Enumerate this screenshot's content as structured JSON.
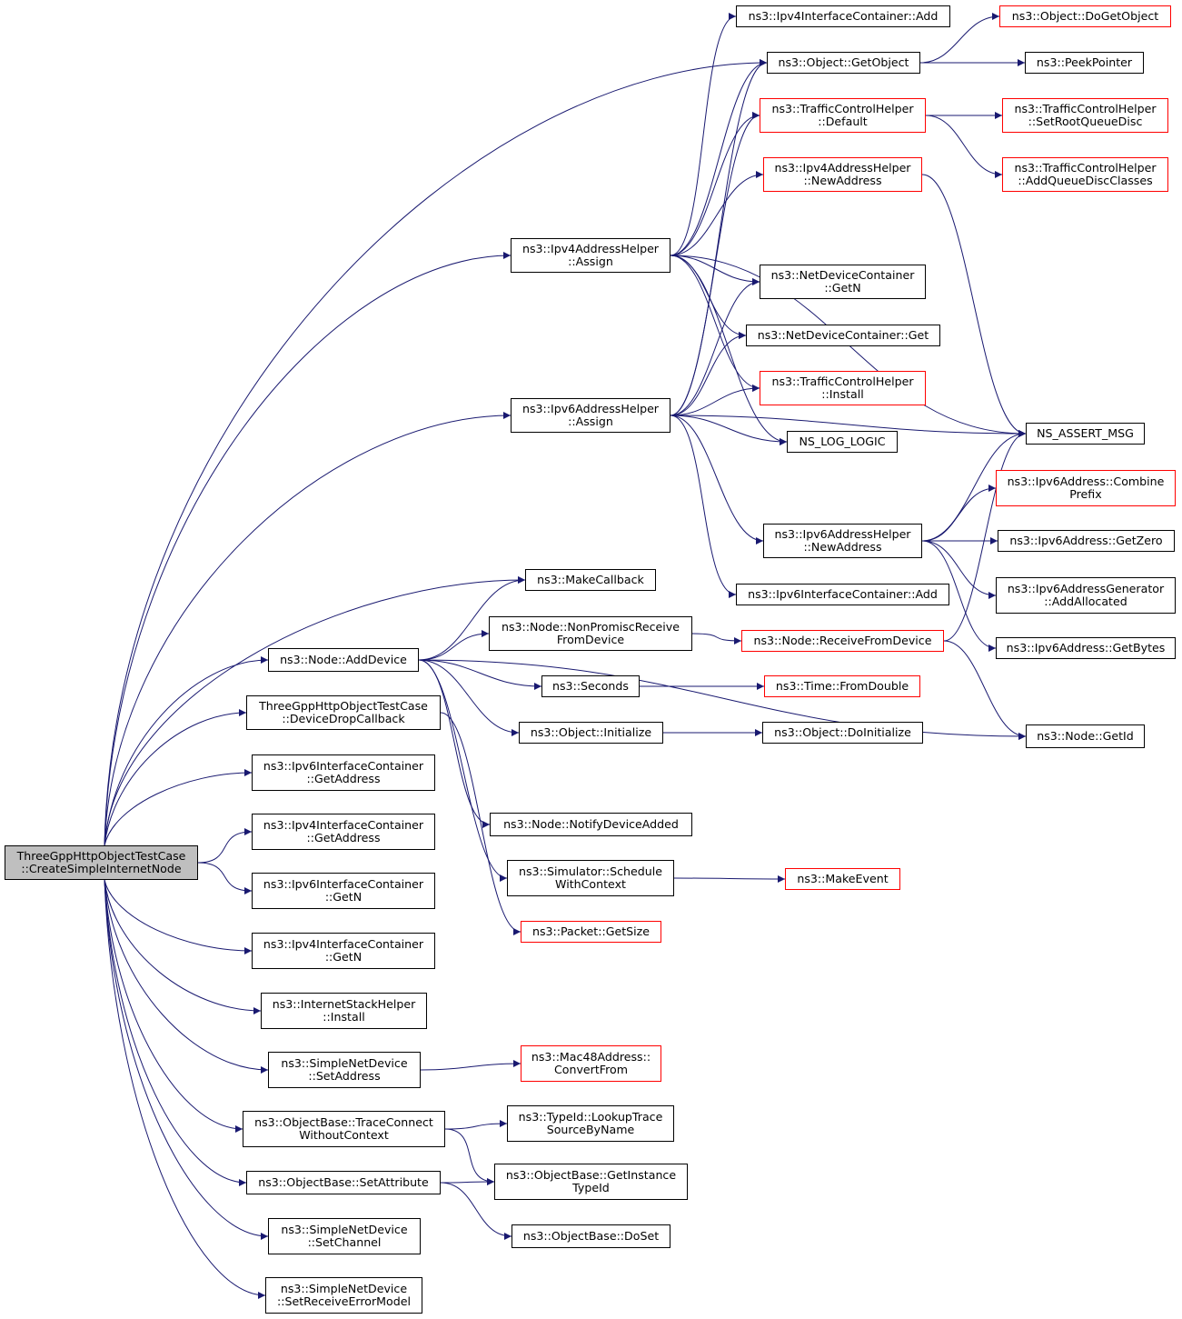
{
  "colors": {
    "edge": "#191970",
    "normal_border": "#000000",
    "truncated_border": "#ff0000",
    "root_fill": "#bfbfbf"
  },
  "nodes": [
    {
      "id": "root",
      "lines": [
        "ThreeGppHttpObjectTestCase",
        "::CreateSimpleInternetNode"
      ],
      "style": "root"
    },
    {
      "id": "v4ic_add",
      "lines": [
        "ns3::Ipv4InterfaceContainer::Add"
      ],
      "style": "normal"
    },
    {
      "id": "obj_dogetobject",
      "lines": [
        "ns3::Object::DoGetObject"
      ],
      "style": "truncated"
    },
    {
      "id": "obj_getobject",
      "lines": [
        "ns3::Object::GetObject"
      ],
      "style": "normal"
    },
    {
      "id": "peekpointer",
      "lines": [
        "ns3::PeekPointer"
      ],
      "style": "normal"
    },
    {
      "id": "tch_default",
      "lines": [
        "ns3::TrafficControlHelper",
        "::Default"
      ],
      "style": "truncated"
    },
    {
      "id": "tch_setroot",
      "lines": [
        "ns3::TrafficControlHelper",
        "::SetRootQueueDisc"
      ],
      "style": "truncated"
    },
    {
      "id": "v4ah_newaddress",
      "lines": [
        "ns3::Ipv4AddressHelper",
        "::NewAddress"
      ],
      "style": "truncated"
    },
    {
      "id": "tch_addqdc",
      "lines": [
        "ns3::TrafficControlHelper",
        "::AddQueueDiscClasses"
      ],
      "style": "truncated"
    },
    {
      "id": "v4ah_assign",
      "lines": [
        "ns3::Ipv4AddressHelper",
        "::Assign"
      ],
      "style": "normal"
    },
    {
      "id": "ndc_getn",
      "lines": [
        "ns3::NetDeviceContainer",
        "::GetN"
      ],
      "style": "normal"
    },
    {
      "id": "ndc_get",
      "lines": [
        "ns3::NetDeviceContainer::Get"
      ],
      "style": "normal"
    },
    {
      "id": "tch_install",
      "lines": [
        "ns3::TrafficControlHelper",
        "::Install"
      ],
      "style": "truncated"
    },
    {
      "id": "v6ah_assign",
      "lines": [
        "ns3::Ipv6AddressHelper",
        "::Assign"
      ],
      "style": "normal"
    },
    {
      "id": "ns_log_logic",
      "lines": [
        "NS_LOG_LOGIC"
      ],
      "style": "normal"
    },
    {
      "id": "ns_assert_msg",
      "lines": [
        "NS_ASSERT_MSG"
      ],
      "style": "normal"
    },
    {
      "id": "v6a_combine",
      "lines": [
        "ns3::Ipv6Address::Combine",
        "Prefix"
      ],
      "style": "truncated"
    },
    {
      "id": "v6ah_newaddress",
      "lines": [
        "ns3::Ipv6AddressHelper",
        "::NewAddress"
      ],
      "style": "normal"
    },
    {
      "id": "v6a_getzero",
      "lines": [
        "ns3::Ipv6Address::GetZero"
      ],
      "style": "normal"
    },
    {
      "id": "makecallback",
      "lines": [
        "ns3::MakeCallback"
      ],
      "style": "normal"
    },
    {
      "id": "v6ic_add",
      "lines": [
        "ns3::Ipv6InterfaceContainer::Add"
      ],
      "style": "normal"
    },
    {
      "id": "v6ag_addallocated",
      "lines": [
        "ns3::Ipv6AddressGenerator",
        "::AddAllocated"
      ],
      "style": "normal"
    },
    {
      "id": "node_nonpromisc",
      "lines": [
        "ns3::Node::NonPromiscReceive",
        "FromDevice"
      ],
      "style": "normal"
    },
    {
      "id": "node_receive",
      "lines": [
        "ns3::Node::ReceiveFromDevice"
      ],
      "style": "truncated"
    },
    {
      "id": "v6a_getbytes",
      "lines": [
        "ns3::Ipv6Address::GetBytes"
      ],
      "style": "normal"
    },
    {
      "id": "node_adddevice",
      "lines": [
        "ns3::Node::AddDevice"
      ],
      "style": "normal"
    },
    {
      "id": "seconds",
      "lines": [
        "ns3::Seconds"
      ],
      "style": "normal"
    },
    {
      "id": "time_fromdouble",
      "lines": [
        "ns3::Time::FromDouble"
      ],
      "style": "truncated"
    },
    {
      "id": "devicedrop",
      "lines": [
        "ThreeGppHttpObjectTestCase",
        "::DeviceDropCallback"
      ],
      "style": "normal"
    },
    {
      "id": "obj_initialize",
      "lines": [
        "ns3::Object::Initialize"
      ],
      "style": "normal"
    },
    {
      "id": "obj_doinitialize",
      "lines": [
        "ns3::Object::DoInitialize"
      ],
      "style": "normal"
    },
    {
      "id": "node_getid",
      "lines": [
        "ns3::Node::GetId"
      ],
      "style": "normal"
    },
    {
      "id": "v6ic_getaddress",
      "lines": [
        "ns3::Ipv6InterfaceContainer",
        "::GetAddress"
      ],
      "style": "normal"
    },
    {
      "id": "node_notify",
      "lines": [
        "ns3::Node::NotifyDeviceAdded"
      ],
      "style": "normal"
    },
    {
      "id": "v4ic_getaddress",
      "lines": [
        "ns3::Ipv4InterfaceContainer",
        "::GetAddress"
      ],
      "style": "normal"
    },
    {
      "id": "sim_schedule",
      "lines": [
        "ns3::Simulator::Schedule",
        "WithContext"
      ],
      "style": "normal"
    },
    {
      "id": "makeevent",
      "lines": [
        "ns3::MakeEvent"
      ],
      "style": "truncated"
    },
    {
      "id": "v6ic_getn",
      "lines": [
        "ns3::Ipv6InterfaceContainer",
        "::GetN"
      ],
      "style": "normal"
    },
    {
      "id": "packet_getsize",
      "lines": [
        "ns3::Packet::GetSize"
      ],
      "style": "truncated"
    },
    {
      "id": "v4ic_getn",
      "lines": [
        "ns3::Ipv4InterfaceContainer",
        "::GetN"
      ],
      "style": "normal"
    },
    {
      "id": "ish_install",
      "lines": [
        "ns3::InternetStackHelper",
        "::Install"
      ],
      "style": "normal"
    },
    {
      "id": "snd_setaddress",
      "lines": [
        "ns3::SimpleNetDevice",
        "::SetAddress"
      ],
      "style": "normal"
    },
    {
      "id": "mac48_convertfrom",
      "lines": [
        "ns3::Mac48Address::",
        "ConvertFrom"
      ],
      "style": "truncated"
    },
    {
      "id": "ob_traceconnect",
      "lines": [
        "ns3::ObjectBase::TraceConnect",
        "WithoutContext"
      ],
      "style": "normal"
    },
    {
      "id": "typeid_lookup",
      "lines": [
        "ns3::TypeId::LookupTrace",
        "SourceByName"
      ],
      "style": "normal"
    },
    {
      "id": "ob_setattribute",
      "lines": [
        "ns3::ObjectBase::SetAttribute"
      ],
      "style": "normal"
    },
    {
      "id": "ob_getinstancetypeid",
      "lines": [
        "ns3::ObjectBase::GetInstance",
        "TypeId"
      ],
      "style": "normal"
    },
    {
      "id": "snd_setchannel",
      "lines": [
        "ns3::SimpleNetDevice",
        "::SetChannel"
      ],
      "style": "normal"
    },
    {
      "id": "ob_doset",
      "lines": [
        "ns3::ObjectBase::DoSet"
      ],
      "style": "normal"
    },
    {
      "id": "snd_seterrormodel",
      "lines": [
        "ns3::SimpleNetDevice",
        "::SetReceiveErrorModel"
      ],
      "style": "normal"
    }
  ],
  "edges": [
    [
      "root",
      "obj_getobject"
    ],
    [
      "root",
      "v4ah_assign"
    ],
    [
      "root",
      "v6ah_assign"
    ],
    [
      "root",
      "makecallback"
    ],
    [
      "root",
      "node_adddevice"
    ],
    [
      "root",
      "devicedrop"
    ],
    [
      "root",
      "v6ic_getaddress"
    ],
    [
      "root",
      "v4ic_getaddress"
    ],
    [
      "root",
      "v6ic_getn"
    ],
    [
      "root",
      "v4ic_getn"
    ],
    [
      "root",
      "ish_install"
    ],
    [
      "root",
      "snd_setaddress"
    ],
    [
      "root",
      "ob_traceconnect"
    ],
    [
      "root",
      "ob_setattribute"
    ],
    [
      "root",
      "snd_setchannel"
    ],
    [
      "root",
      "snd_seterrormodel"
    ],
    [
      "v4ah_assign",
      "v4ic_add"
    ],
    [
      "v4ah_assign",
      "obj_getobject"
    ],
    [
      "v4ah_assign",
      "tch_default"
    ],
    [
      "v4ah_assign",
      "v4ah_newaddress"
    ],
    [
      "v4ah_assign",
      "ndc_getn"
    ],
    [
      "v4ah_assign",
      "ndc_get"
    ],
    [
      "v4ah_assign",
      "tch_install"
    ],
    [
      "v4ah_assign",
      "ns_log_logic"
    ],
    [
      "v4ah_assign",
      "ns_assert_msg"
    ],
    [
      "v6ah_assign",
      "obj_getobject"
    ],
    [
      "v6ah_assign",
      "tch_default"
    ],
    [
      "v6ah_assign",
      "ndc_getn"
    ],
    [
      "v6ah_assign",
      "ndc_get"
    ],
    [
      "v6ah_assign",
      "tch_install"
    ],
    [
      "v6ah_assign",
      "ns_log_logic"
    ],
    [
      "v6ah_assign",
      "ns_assert_msg"
    ],
    [
      "v6ah_assign",
      "v6ah_newaddress"
    ],
    [
      "v6ah_assign",
      "v6ic_add"
    ],
    [
      "obj_getobject",
      "obj_dogetobject"
    ],
    [
      "obj_getobject",
      "peekpointer"
    ],
    [
      "tch_default",
      "tch_setroot"
    ],
    [
      "tch_default",
      "tch_addqdc"
    ],
    [
      "v4ah_newaddress",
      "ns_assert_msg"
    ],
    [
      "v6ah_newaddress",
      "ns_assert_msg"
    ],
    [
      "v6ah_newaddress",
      "v6a_combine"
    ],
    [
      "v6ah_newaddress",
      "v6a_getzero"
    ],
    [
      "v6ah_newaddress",
      "v6ag_addallocated"
    ],
    [
      "v6ah_newaddress",
      "v6a_getbytes"
    ],
    [
      "node_adddevice",
      "makecallback"
    ],
    [
      "node_adddevice",
      "node_nonpromisc"
    ],
    [
      "node_adddevice",
      "seconds"
    ],
    [
      "node_adddevice",
      "obj_initialize"
    ],
    [
      "node_adddevice",
      "node_getid"
    ],
    [
      "node_adddevice",
      "node_notify"
    ],
    [
      "node_adddevice",
      "sim_schedule"
    ],
    [
      "node_nonpromisc",
      "node_receive"
    ],
    [
      "node_receive",
      "ns_assert_msg"
    ],
    [
      "node_receive",
      "node_getid"
    ],
    [
      "seconds",
      "time_fromdouble"
    ],
    [
      "obj_initialize",
      "obj_doinitialize"
    ],
    [
      "sim_schedule",
      "makeevent"
    ],
    [
      "devicedrop",
      "packet_getsize"
    ],
    [
      "snd_setaddress",
      "mac48_convertfrom"
    ],
    [
      "ob_traceconnect",
      "typeid_lookup"
    ],
    [
      "ob_traceconnect",
      "ob_getinstancetypeid"
    ],
    [
      "ob_setattribute",
      "ob_getinstancetypeid"
    ],
    [
      "ob_setattribute",
      "ob_doset"
    ]
  ]
}
